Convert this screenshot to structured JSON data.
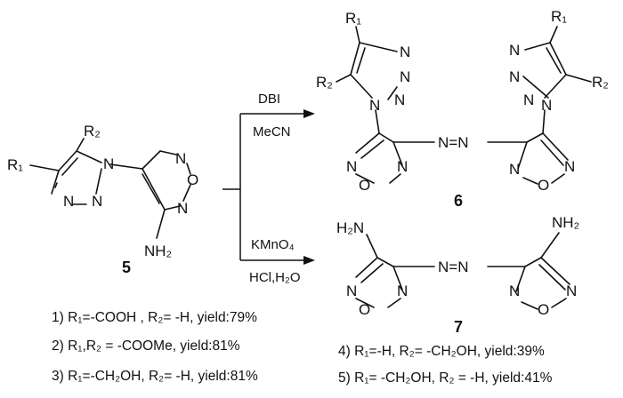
{
  "scheme": {
    "reagents_top": [
      "DBI",
      "MeCN"
    ],
    "reagents_bottom": [
      "KMnO₄",
      "HCl,H₂O"
    ],
    "compound_numbers": {
      "start": "5",
      "product_top": "6",
      "product_bottom": "7"
    },
    "atom_labels": {
      "R1": "R₁",
      "R2": "R₂",
      "N": "N",
      "O": "O",
      "amine": "NH₂",
      "amine_left": "H₂N",
      "azo": "N=N"
    },
    "conditions_left": [
      "1) R₁=-COOH , R₂= -H, yield:79%",
      "2) R₁,R₂ = -COOMe, yield:81%",
      "3) R₁=-CH₂OH,  R₂= -H, yield:81%"
    ],
    "conditions_right": [
      "4) R₁=-H,  R₂= -CH₂OH, yield:39%",
      "5) R₁= -CH₂OH, R₂ = -H, yield:41%"
    ]
  }
}
